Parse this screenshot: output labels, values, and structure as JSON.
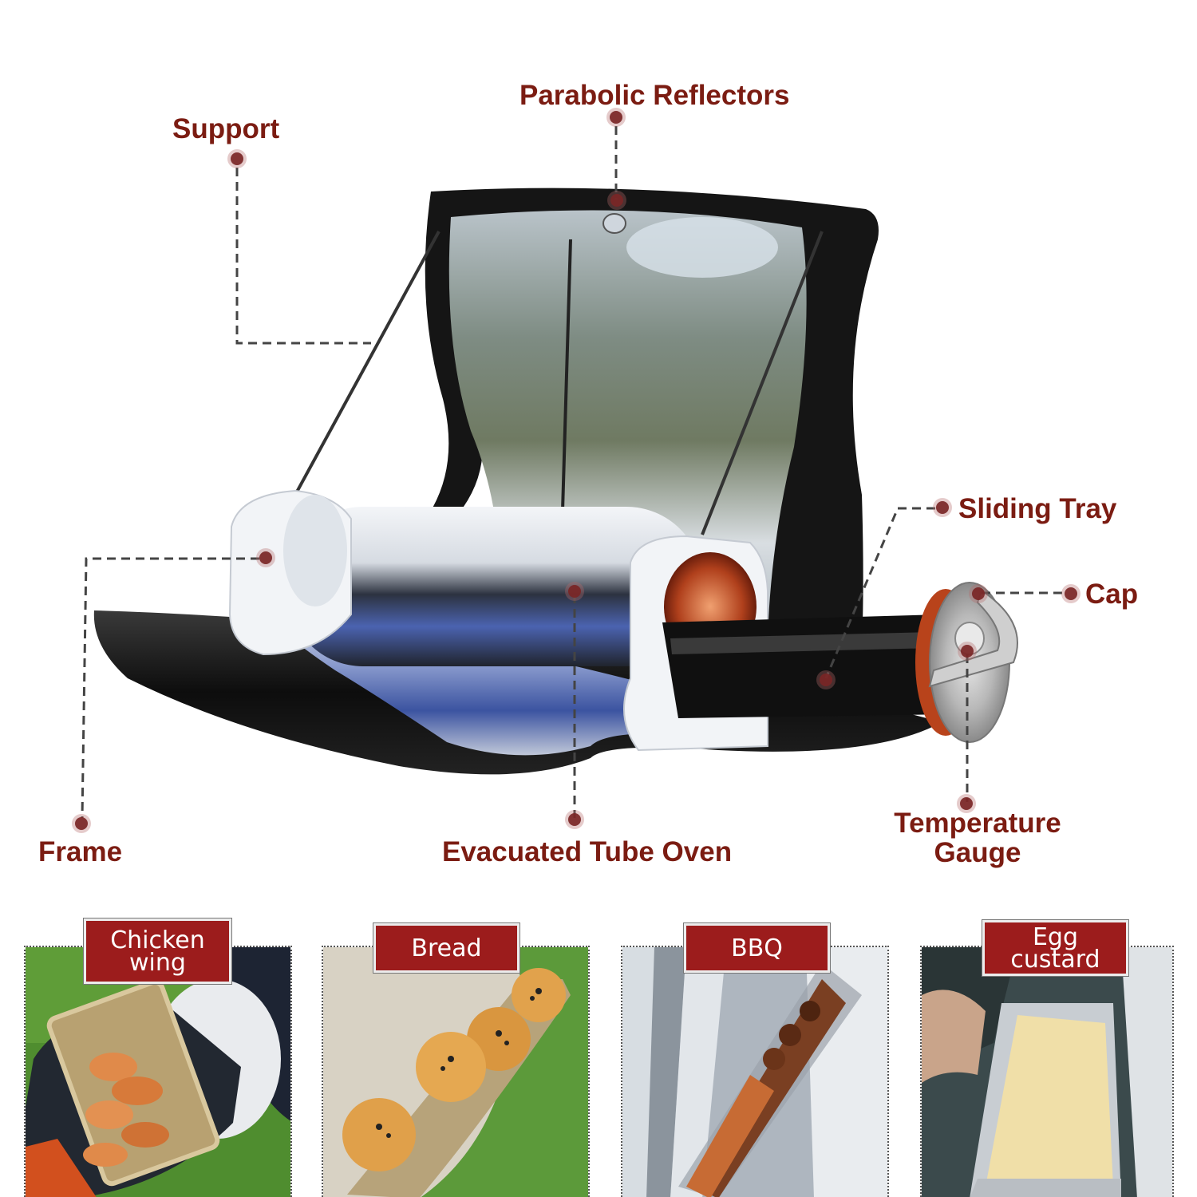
{
  "callouts": {
    "parabolic_reflectors": "Parabolic Reflectors",
    "support": "Support",
    "sliding_tray": "Sliding Tray",
    "cap": "Cap",
    "frame": "Frame",
    "evacuated_tube_oven": "Evacuated Tube Oven",
    "temperature_gauge_line1": "Temperature",
    "temperature_gauge_line2": "Gauge"
  },
  "examples": [
    {
      "line1": "Chicken",
      "line2": "wing"
    },
    {
      "line1": "Bread",
      "line2": ""
    },
    {
      "line1": "BBQ",
      "line2": ""
    },
    {
      "line1": "Egg",
      "line2": "custard"
    }
  ],
  "colors": {
    "label_text": "#7b1c12",
    "tag_background": "#9c1c1c",
    "tag_text": "#ffffff",
    "callout_dot": "#7a2626"
  }
}
